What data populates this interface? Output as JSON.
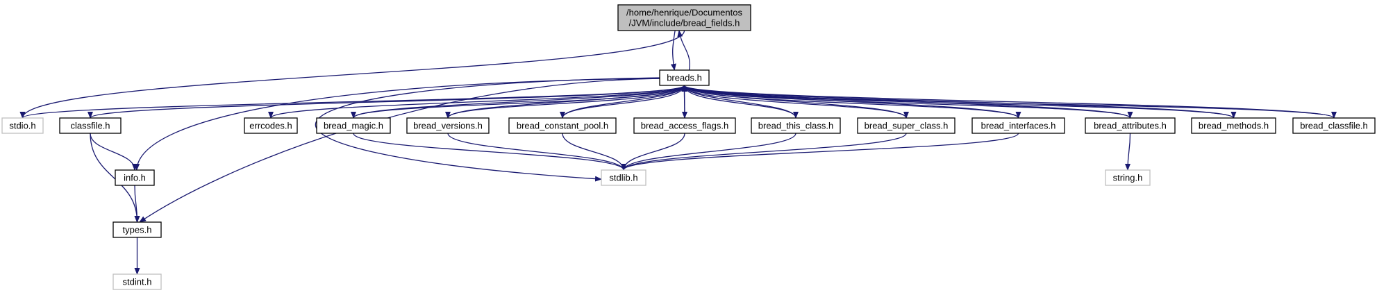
{
  "colors": {
    "edge": "#191970",
    "root_fill": "#bfbfbf",
    "node_border": "#000000",
    "external_border": "#bfbfbf",
    "node_fill": "#ffffff"
  },
  "nodes": {
    "root": {
      "lines": [
        "/home/henrique/Documentos",
        "/JVM/include/bread_fields.h"
      ],
      "kind": "root"
    },
    "breads": {
      "label": "breads.h",
      "kind": "file"
    },
    "stdio": {
      "label": "stdio.h",
      "kind": "external"
    },
    "classfile": {
      "label": "classfile.h",
      "kind": "file"
    },
    "errcodes": {
      "label": "errcodes.h",
      "kind": "file"
    },
    "bread_magic": {
      "label": "bread_magic.h",
      "kind": "file"
    },
    "bread_versions": {
      "label": "bread_versions.h",
      "kind": "file"
    },
    "bread_constant_pool": {
      "label": "bread_constant_pool.h",
      "kind": "file"
    },
    "bread_access_flags": {
      "label": "bread_access_flags.h",
      "kind": "file"
    },
    "bread_this_class": {
      "label": "bread_this_class.h",
      "kind": "file"
    },
    "bread_super_class": {
      "label": "bread_super_class.h",
      "kind": "file"
    },
    "bread_interfaces": {
      "label": "bread_interfaces.h",
      "kind": "file"
    },
    "bread_attributes": {
      "label": "bread_attributes.h",
      "kind": "file"
    },
    "bread_methods": {
      "label": "bread_methods.h",
      "kind": "file"
    },
    "bread_classfile": {
      "label": "bread_classfile.h",
      "kind": "file"
    },
    "info": {
      "label": "info.h",
      "kind": "file"
    },
    "stdlib": {
      "label": "stdlib.h",
      "kind": "external"
    },
    "string": {
      "label": "string.h",
      "kind": "external"
    },
    "types": {
      "label": "types.h",
      "kind": "file"
    },
    "stdint": {
      "label": "stdint.h",
      "kind": "external"
    }
  },
  "edges": [
    [
      "root",
      "breads"
    ],
    [
      "root",
      "stdio"
    ],
    [
      "breads",
      "root"
    ],
    [
      "breads",
      "stdio"
    ],
    [
      "breads",
      "classfile"
    ],
    [
      "breads",
      "info"
    ],
    [
      "breads",
      "types"
    ],
    [
      "breads",
      "errcodes"
    ],
    [
      "breads",
      "bread_magic"
    ],
    [
      "breads",
      "bread_versions"
    ],
    [
      "breads",
      "bread_constant_pool"
    ],
    [
      "breads",
      "bread_access_flags"
    ],
    [
      "breads",
      "bread_this_class"
    ],
    [
      "breads",
      "bread_super_class"
    ],
    [
      "breads",
      "bread_interfaces"
    ],
    [
      "breads",
      "bread_attributes"
    ],
    [
      "breads",
      "bread_methods"
    ],
    [
      "breads",
      "bread_classfile"
    ],
    [
      "breads",
      "stdlib"
    ],
    [
      "classfile",
      "info"
    ],
    [
      "classfile",
      "types"
    ],
    [
      "info",
      "types"
    ],
    [
      "types",
      "stdint"
    ],
    [
      "bread_magic",
      "breads"
    ],
    [
      "bread_magic",
      "stdlib"
    ],
    [
      "bread_versions",
      "breads"
    ],
    [
      "bread_versions",
      "stdlib"
    ],
    [
      "bread_constant_pool",
      "breads"
    ],
    [
      "bread_constant_pool",
      "stdlib"
    ],
    [
      "bread_access_flags",
      "breads"
    ],
    [
      "bread_access_flags",
      "stdlib"
    ],
    [
      "bread_this_class",
      "breads"
    ],
    [
      "bread_this_class",
      "stdlib"
    ],
    [
      "bread_super_class",
      "breads"
    ],
    [
      "bread_super_class",
      "stdlib"
    ],
    [
      "bread_interfaces",
      "breads"
    ],
    [
      "bread_interfaces",
      "stdlib"
    ],
    [
      "bread_attributes",
      "breads"
    ],
    [
      "bread_attributes",
      "string"
    ],
    [
      "bread_methods",
      "breads"
    ],
    [
      "bread_classfile",
      "breads"
    ]
  ]
}
